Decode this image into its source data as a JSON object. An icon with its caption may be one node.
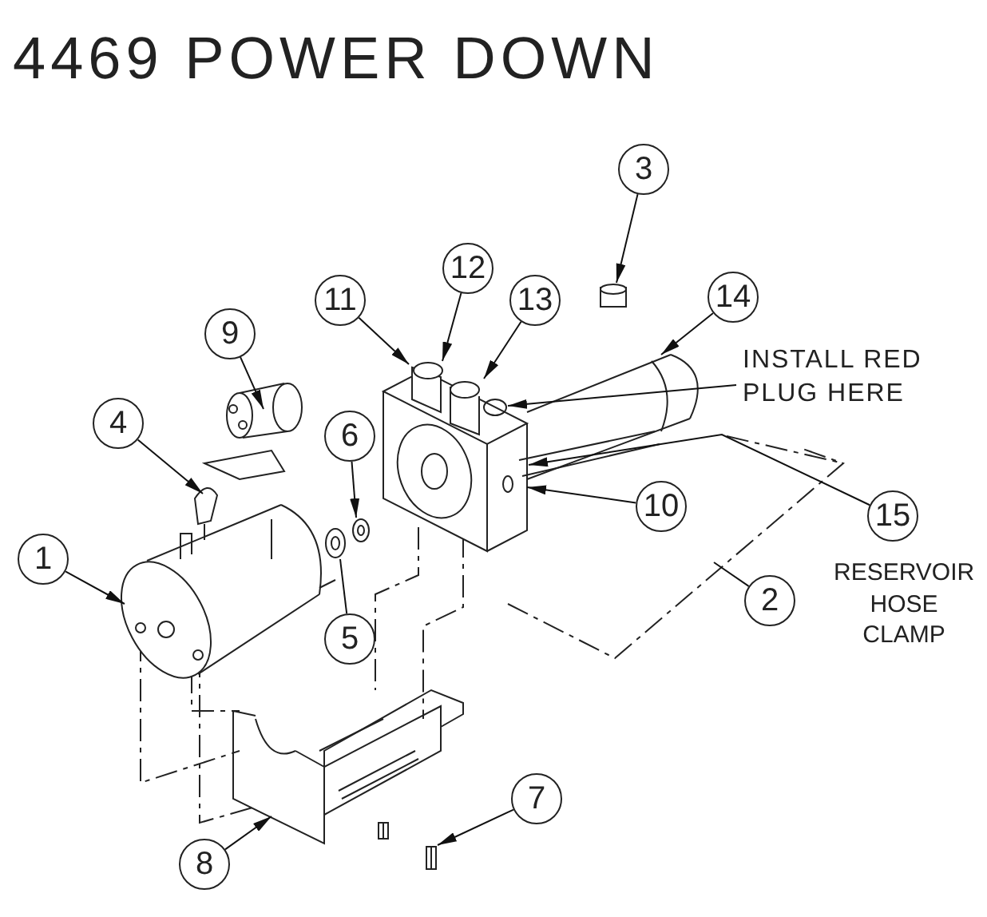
{
  "diagram": {
    "title": "4469 POWER DOWN",
    "nodes": [
      {
        "text": [
          "3"
        ]
      },
      {
        "text": [
          "14"
        ]
      },
      {
        "text": [
          "12"
        ]
      },
      {
        "text": [
          "11"
        ]
      },
      {
        "text": [
          "13"
        ]
      },
      {
        "text": [
          "9"
        ]
      },
      {
        "text": [
          "INSTALL RED PLUG HERE"
        ]
      },
      {
        "text": [
          "4"
        ]
      },
      {
        "text": [
          "6"
        ]
      },
      {
        "text": [
          "15"
        ]
      },
      {
        "text": [
          "10"
        ]
      },
      {
        "text": [
          "1"
        ]
      },
      {
        "text": [
          "2"
        ]
      },
      {
        "text": [
          "5"
        ]
      },
      {
        "text": [
          "7"
        ]
      },
      {
        "text": [
          "8"
        ]
      },
      {
        "text": [],
        "shape": "cylinder"
      }
    ],
    "edges": [
      {
        "from": 0,
        "to": 16,
        "arrow": "to"
      },
      {
        "from": 1,
        "to": null,
        "arrow": "to"
      },
      {
        "from": 2,
        "to": null,
        "arrow": "to"
      },
      {
        "from": 3,
        "to": null,
        "arrow": "to"
      },
      {
        "from": 4,
        "to": null,
        "arrow": "to"
      },
      {
        "from": 5,
        "to": null,
        "arrow": "to"
      },
      {
        "from": 6,
        "to": null,
        "arrow": "to"
      },
      {
        "from": 7,
        "to": null,
        "arrow": "to"
      },
      {
        "from": 8,
        "to": null,
        "arrow": "to"
      },
      {
        "from": 9,
        "to": null,
        "arrow": "to"
      },
      {
        "from": 10,
        "to": null,
        "arrow": "to"
      },
      {
        "from": 11,
        "to": null,
        "arrow": "to"
      },
      {
        "from": 12,
        "to": null,
        "arrow": "none"
      },
      {
        "from": 13,
        "to": null,
        "arrow": "none"
      },
      {
        "from": 14,
        "to": null,
        "arrow": "to"
      },
      {
        "from": 15,
        "to": null,
        "arrow": "to"
      }
    ],
    "labels": [
      "RESERVOIR HOSE CLAMP"
    ]
  }
}
